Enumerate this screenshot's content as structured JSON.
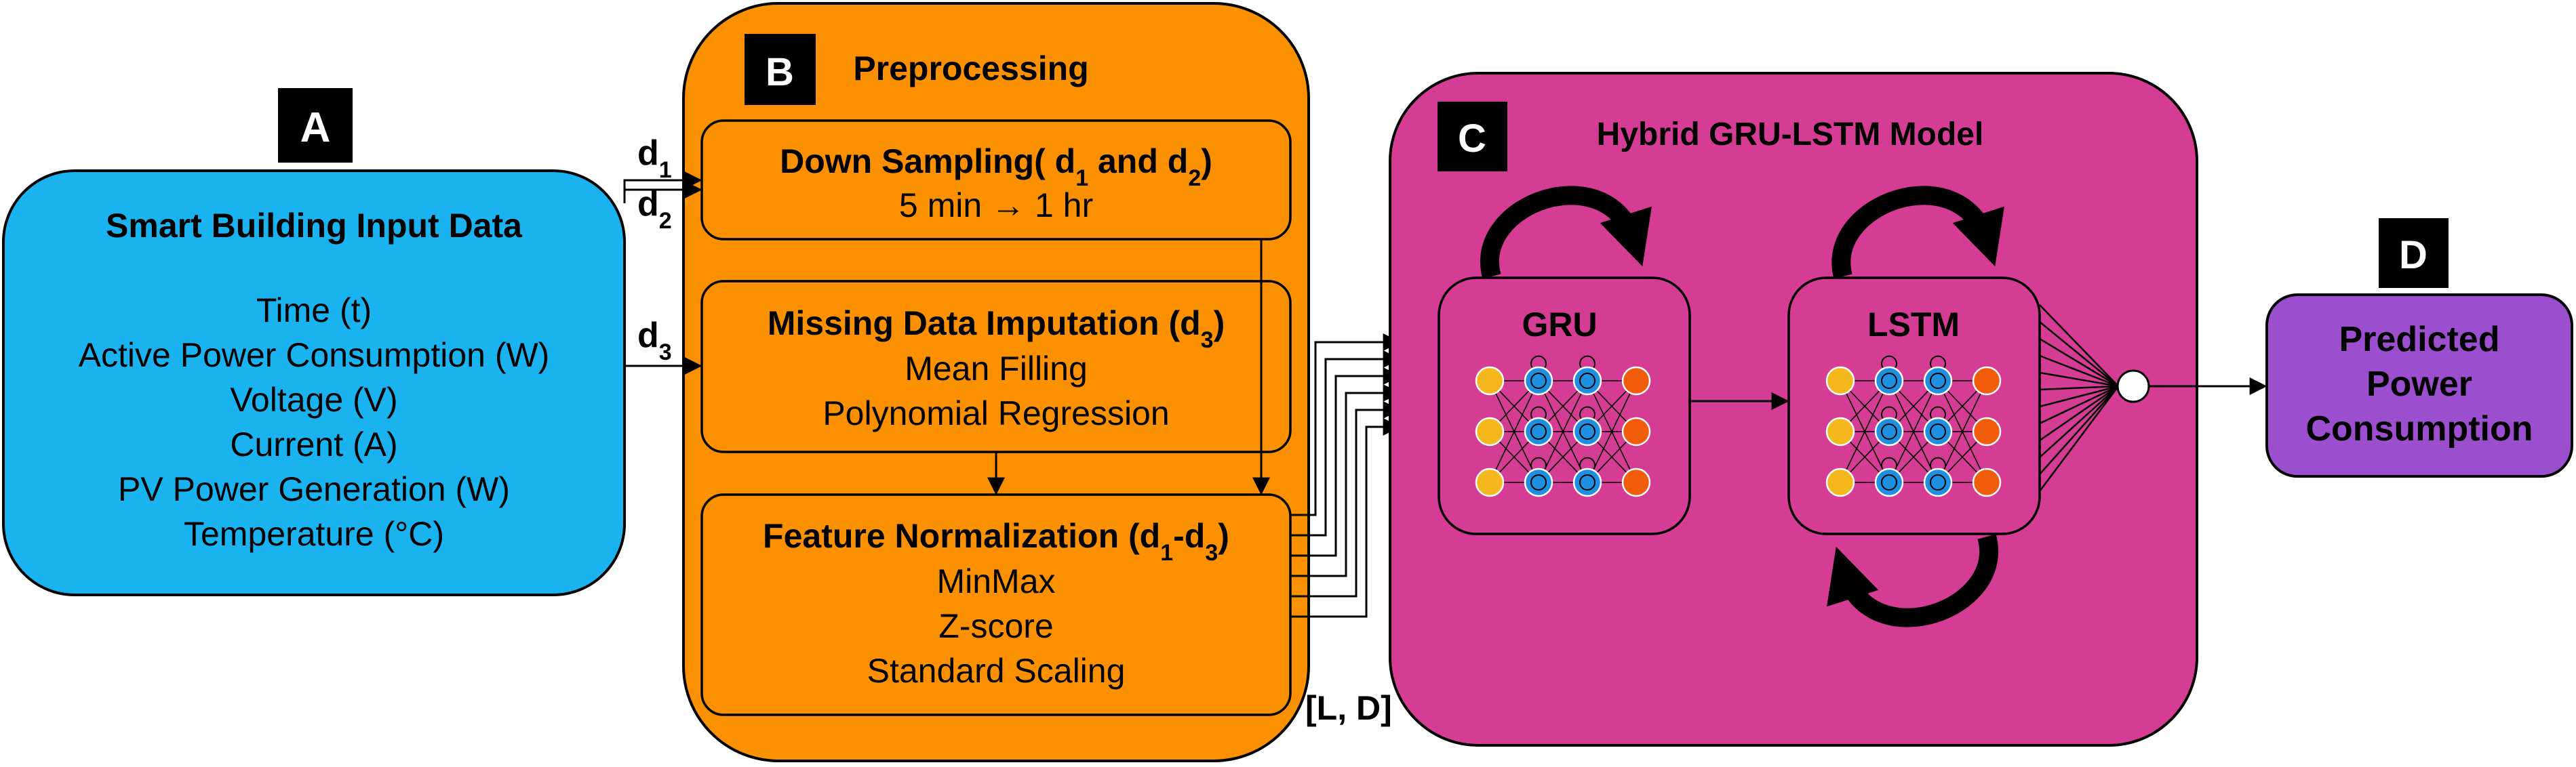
{
  "panel_a": {
    "badge": "A",
    "title": "Smart Building Input Data",
    "items": [
      "Time (t)",
      "Active Power Consumption (W)",
      "Voltage (V)",
      "Current (A)",
      "PV Power Generation (W)",
      "Temperature (°C)"
    ]
  },
  "inputs": {
    "d1": {
      "base": "d",
      "sub": "1"
    },
    "d2": {
      "base": "d",
      "sub": "2"
    },
    "d3": {
      "base": "d",
      "sub": "3"
    }
  },
  "panel_b": {
    "badge": "B",
    "title": "Preprocessing",
    "down_sampling": {
      "title_a": "Down Sampling( d",
      "sub1": "1",
      "title_b": " and d",
      "sub2": "2",
      "title_c": ")",
      "detail": "5 min → 1 hr"
    },
    "imputation": {
      "title_a": "Missing Data Imputation (d",
      "sub": "3",
      "title_b": ")",
      "lines": [
        "Mean Filling",
        "Polynomial Regression"
      ]
    },
    "normalization": {
      "title_a": "Feature Normalization (d",
      "sub1": "1",
      "title_b": "-d",
      "sub2": "3",
      "title_c": ")",
      "lines": [
        "MinMax",
        "Z-score",
        "Standard Scaling"
      ]
    },
    "shape_label": "[L, D]"
  },
  "panel_c": {
    "badge": "C",
    "title": "Hybrid GRU-LSTM Model",
    "gru_label": "GRU",
    "lstm_label": "LSTM"
  },
  "panel_d": {
    "badge": "D",
    "lines": [
      "Predicted",
      "Power",
      "Consumption"
    ]
  },
  "colors": {
    "panel_a": "#1ab2ef",
    "panel_b": "#fb9000",
    "panel_c": "#d53c93",
    "panel_d": "#9b4fcf",
    "node_yellow": "#f5b81c",
    "node_blue": "#1f8fe0",
    "node_orange": "#f25d0c",
    "badge": "#000000"
  }
}
